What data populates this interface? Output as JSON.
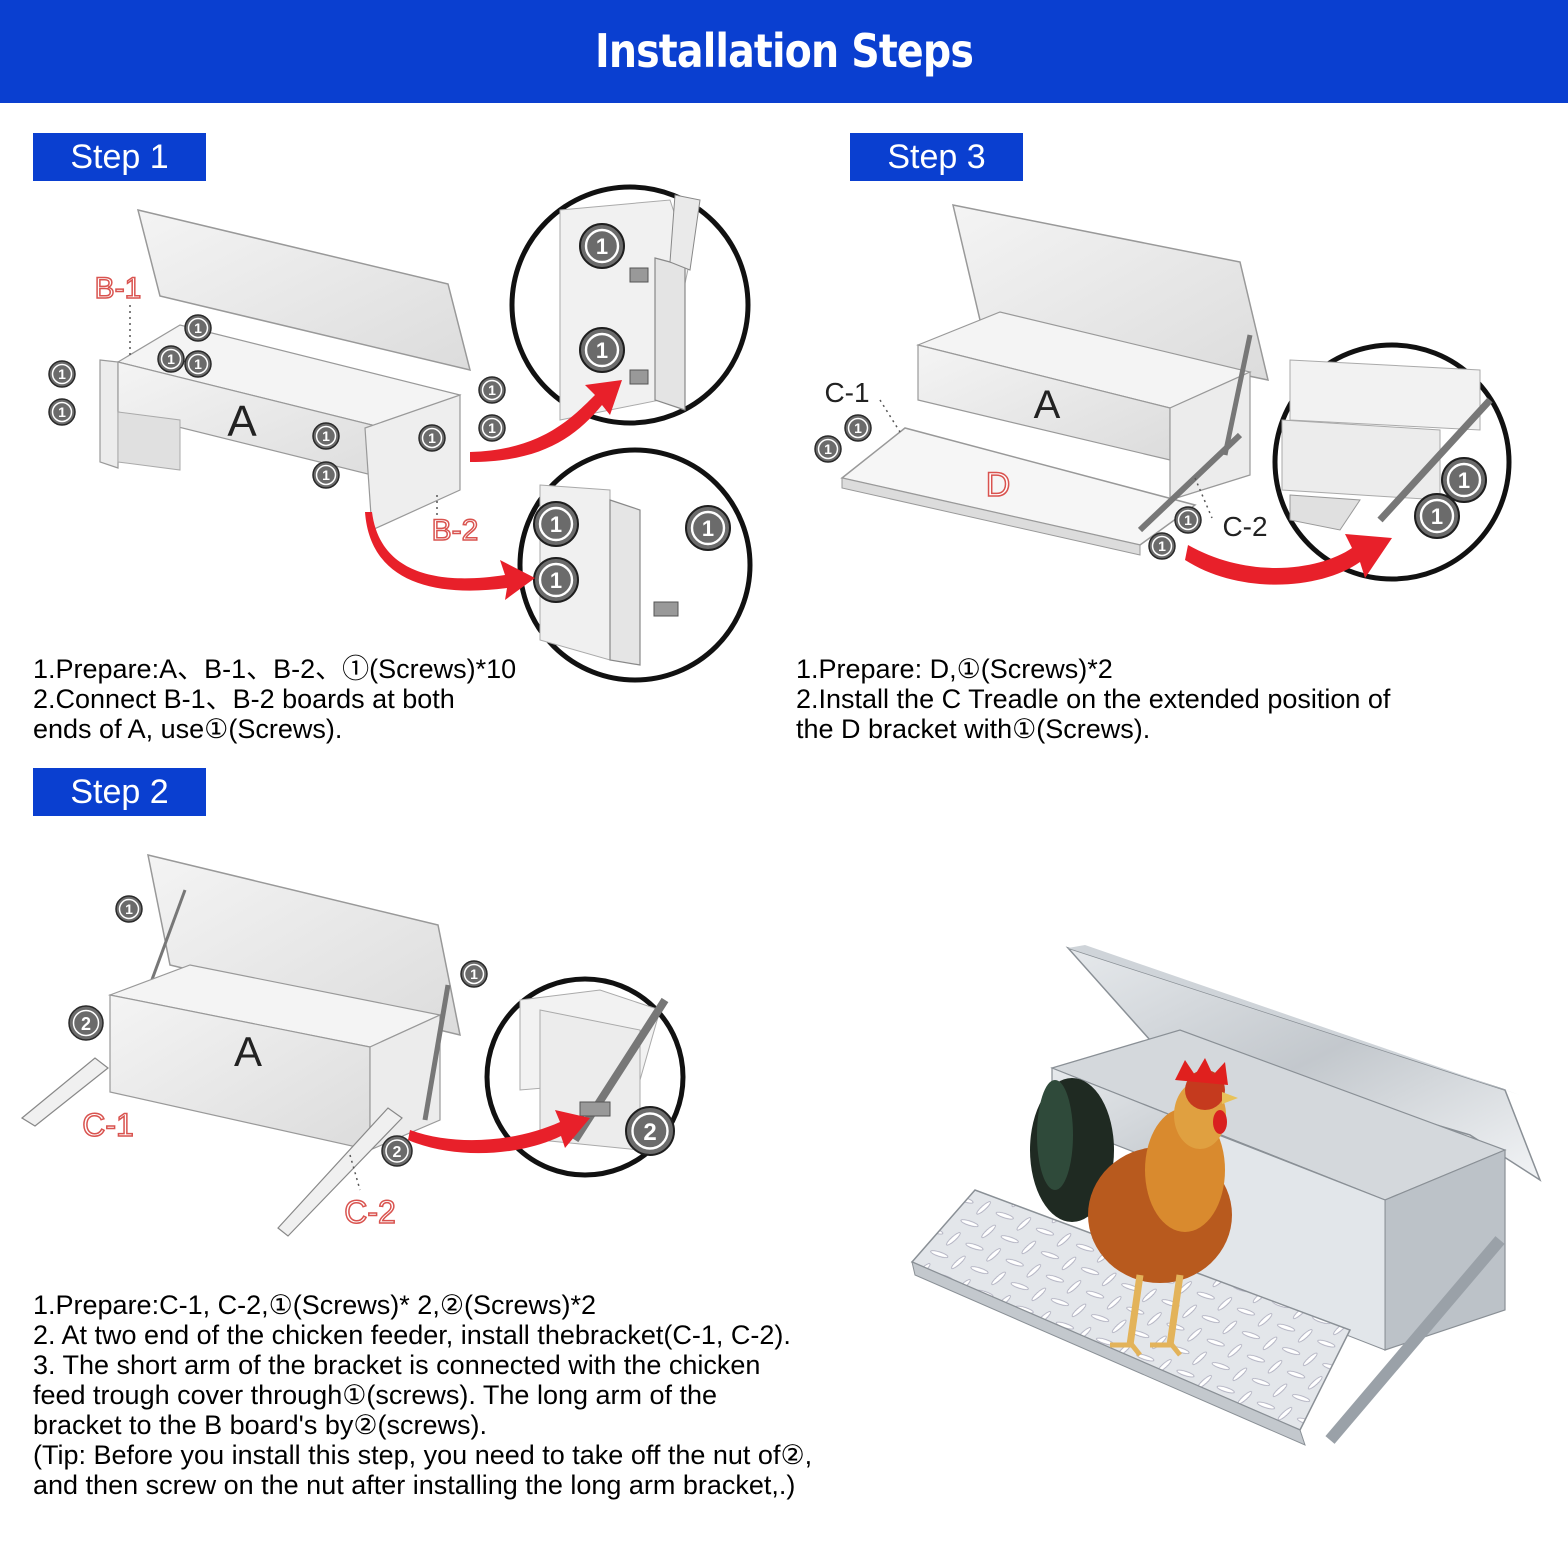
{
  "header": {
    "title": "Installation Steps"
  },
  "colors": {
    "banner": "#0a3fd0",
    "arrow": "#e8202a",
    "label_red": "#d9534f"
  },
  "steps": [
    {
      "label": "Step 1",
      "lines": [
        "1.Prepare:A、B-1、B-2、①(Screws)*10",
        "2.Connect B-1、B-2 boards at both",
        "ends of A, use①(Screws)."
      ]
    },
    {
      "label": "Step 3",
      "lines": [
        "1.Prepare: D,①(Screws)*2",
        "2.Install the C Treadle on the extended position of",
        "the D bracket with①(Screws)."
      ]
    },
    {
      "label": "Step 2",
      "lines": [
        "1.Prepare:C-1, C-2,①(Screws)* 2,②(Screws)*2",
        "2. At two end of the chicken feeder, install thebracket(C-1, C-2).",
        "3. The short arm of the bracket is connected with the chicken",
        "feed trough cover through①(screws). The long arm of the",
        "bracket to the B board's by②(screws).",
        "(Tip: Before you install this step, you need to take off the nut of②,",
        "and then screw on the nut after installing the long arm bracket,.)"
      ]
    }
  ],
  "diagram_labels": {
    "part_a": "A",
    "part_b1": "B-1",
    "part_b2": "B-2",
    "part_c1": "C-1",
    "part_c2": "C-2",
    "part_d": "D",
    "screw_1": "1",
    "screw_2": "2"
  },
  "icons": [
    "screw-badge-icon",
    "curved-arrow-icon",
    "rooster-photo"
  ]
}
